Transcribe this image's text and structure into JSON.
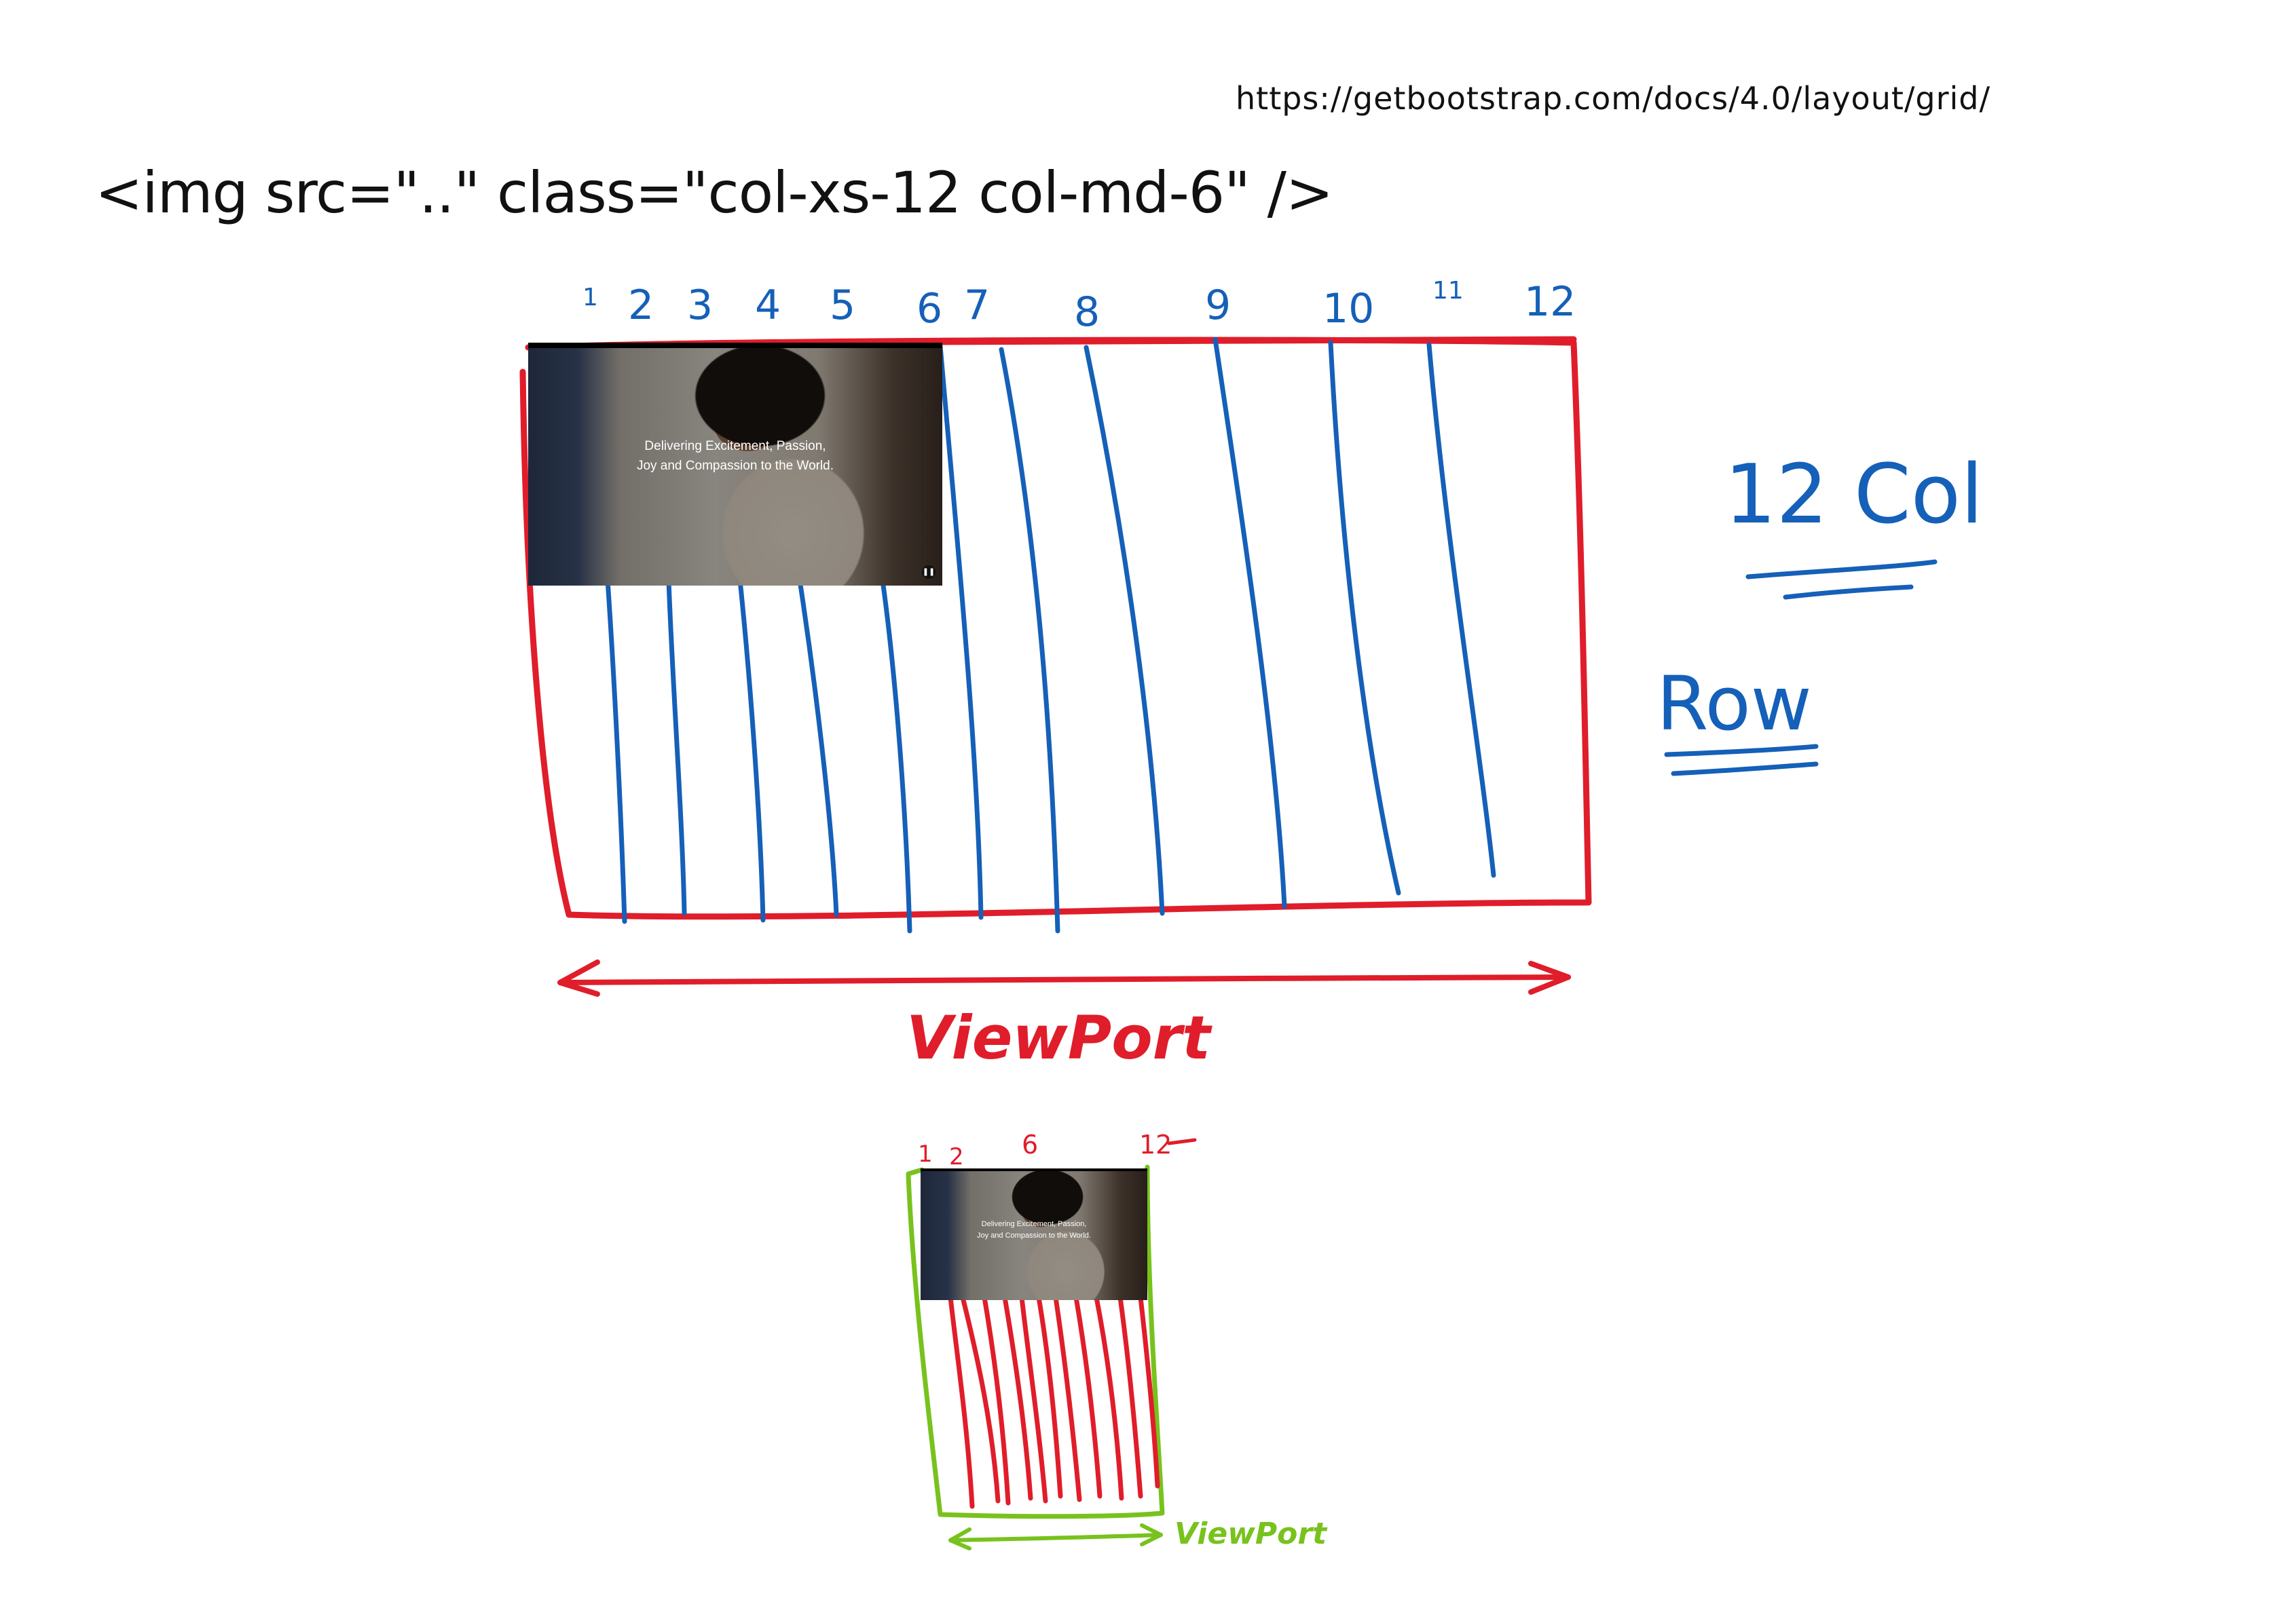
{
  "url": "https://getbootstrap.com/docs/4.0/layout/grid/",
  "code_snippet": "<img src=\"..\" class=\"col-xs-12 col-md-6\" />",
  "large_grid": {
    "column_numbers": [
      "1",
      "2",
      "3",
      "4",
      "5",
      "6",
      "7",
      "8",
      "9",
      "10",
      "11",
      "12"
    ],
    "image_caption_line1": "Delivering Excitement, Passion,",
    "image_caption_line2": "Joy and Compassion to the World.",
    "viewport_label": "ViewPort"
  },
  "annotations": {
    "cols_label": "12 Col",
    "row_label": "Row"
  },
  "small_grid": {
    "column_numbers": [
      "1",
      "2",
      "6",
      "12"
    ],
    "image_caption_line1": "Delivering Excitement, Passion,",
    "image_caption_line2": "Joy and Compassion to the World.",
    "viewport_label": "ViewPort"
  },
  "colors": {
    "row_outline": "#e01d2a",
    "column_lines": "#1560b8",
    "small_viewport_outline": "#78c21d",
    "small_column_lines": "#e01d2a"
  },
  "icons": [
    "pause-icon"
  ]
}
